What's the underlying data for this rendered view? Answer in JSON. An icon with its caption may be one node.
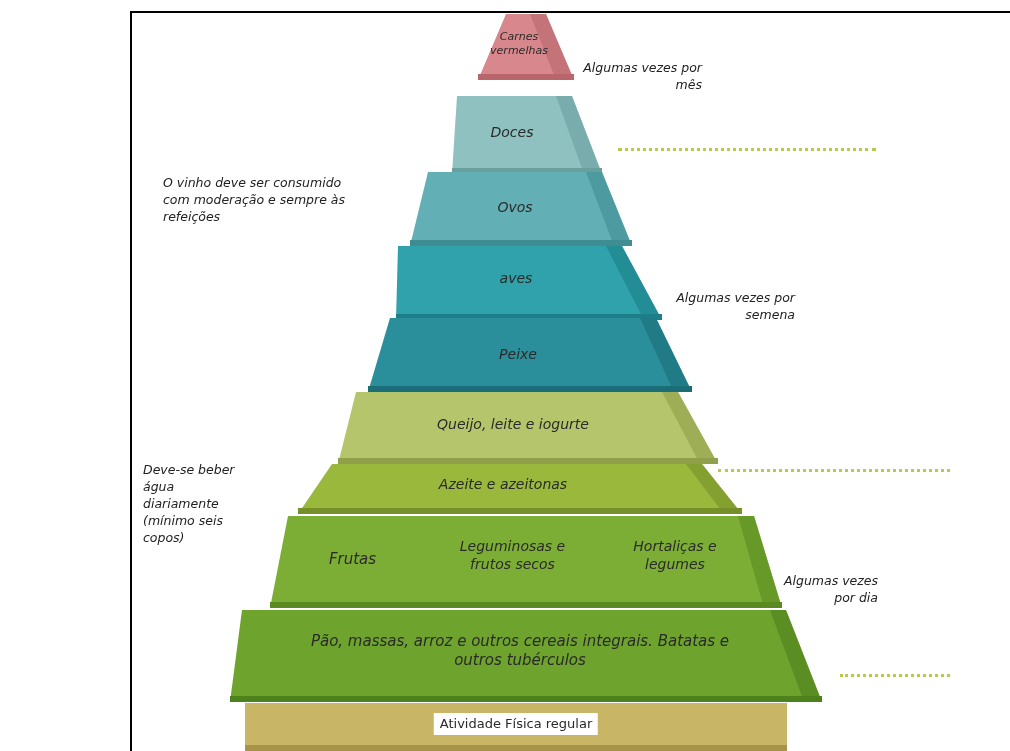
{
  "diagram": {
    "nodes": [
      {
        "text": [
          "Carnes vermelhas"
        ]
      },
      {
        "text": [
          "Doces"
        ]
      },
      {
        "text": [
          "Ovos"
        ]
      },
      {
        "text": [
          "aves"
        ]
      },
      {
        "text": [
          "Peixe"
        ]
      },
      {
        "text": [
          "Queijo, leite e iogurte"
        ]
      },
      {
        "text": [
          "Azeite e azeitonas"
        ]
      },
      {
        "text": [
          "Frutas"
        ]
      },
      {
        "text": [
          "Leguminosas e frutos secos"
        ]
      },
      {
        "text": [
          "Hortaliças e legumes"
        ]
      },
      {
        "text": [
          "Pão, massas, arroz e outros cereais integrais. Batatas e outros tubérculos"
        ]
      },
      {
        "text": [
          "Atividade Física regular"
        ]
      }
    ],
    "labels": [
      "Algumas vezes por mês",
      "O vinho deve ser consumido com moderação e sempre às refeições",
      "Algumas vezes por semena",
      "Deve-se beber água diariamente (mínimo seis copos)",
      "Algumas vezes por dia"
    ]
  }
}
